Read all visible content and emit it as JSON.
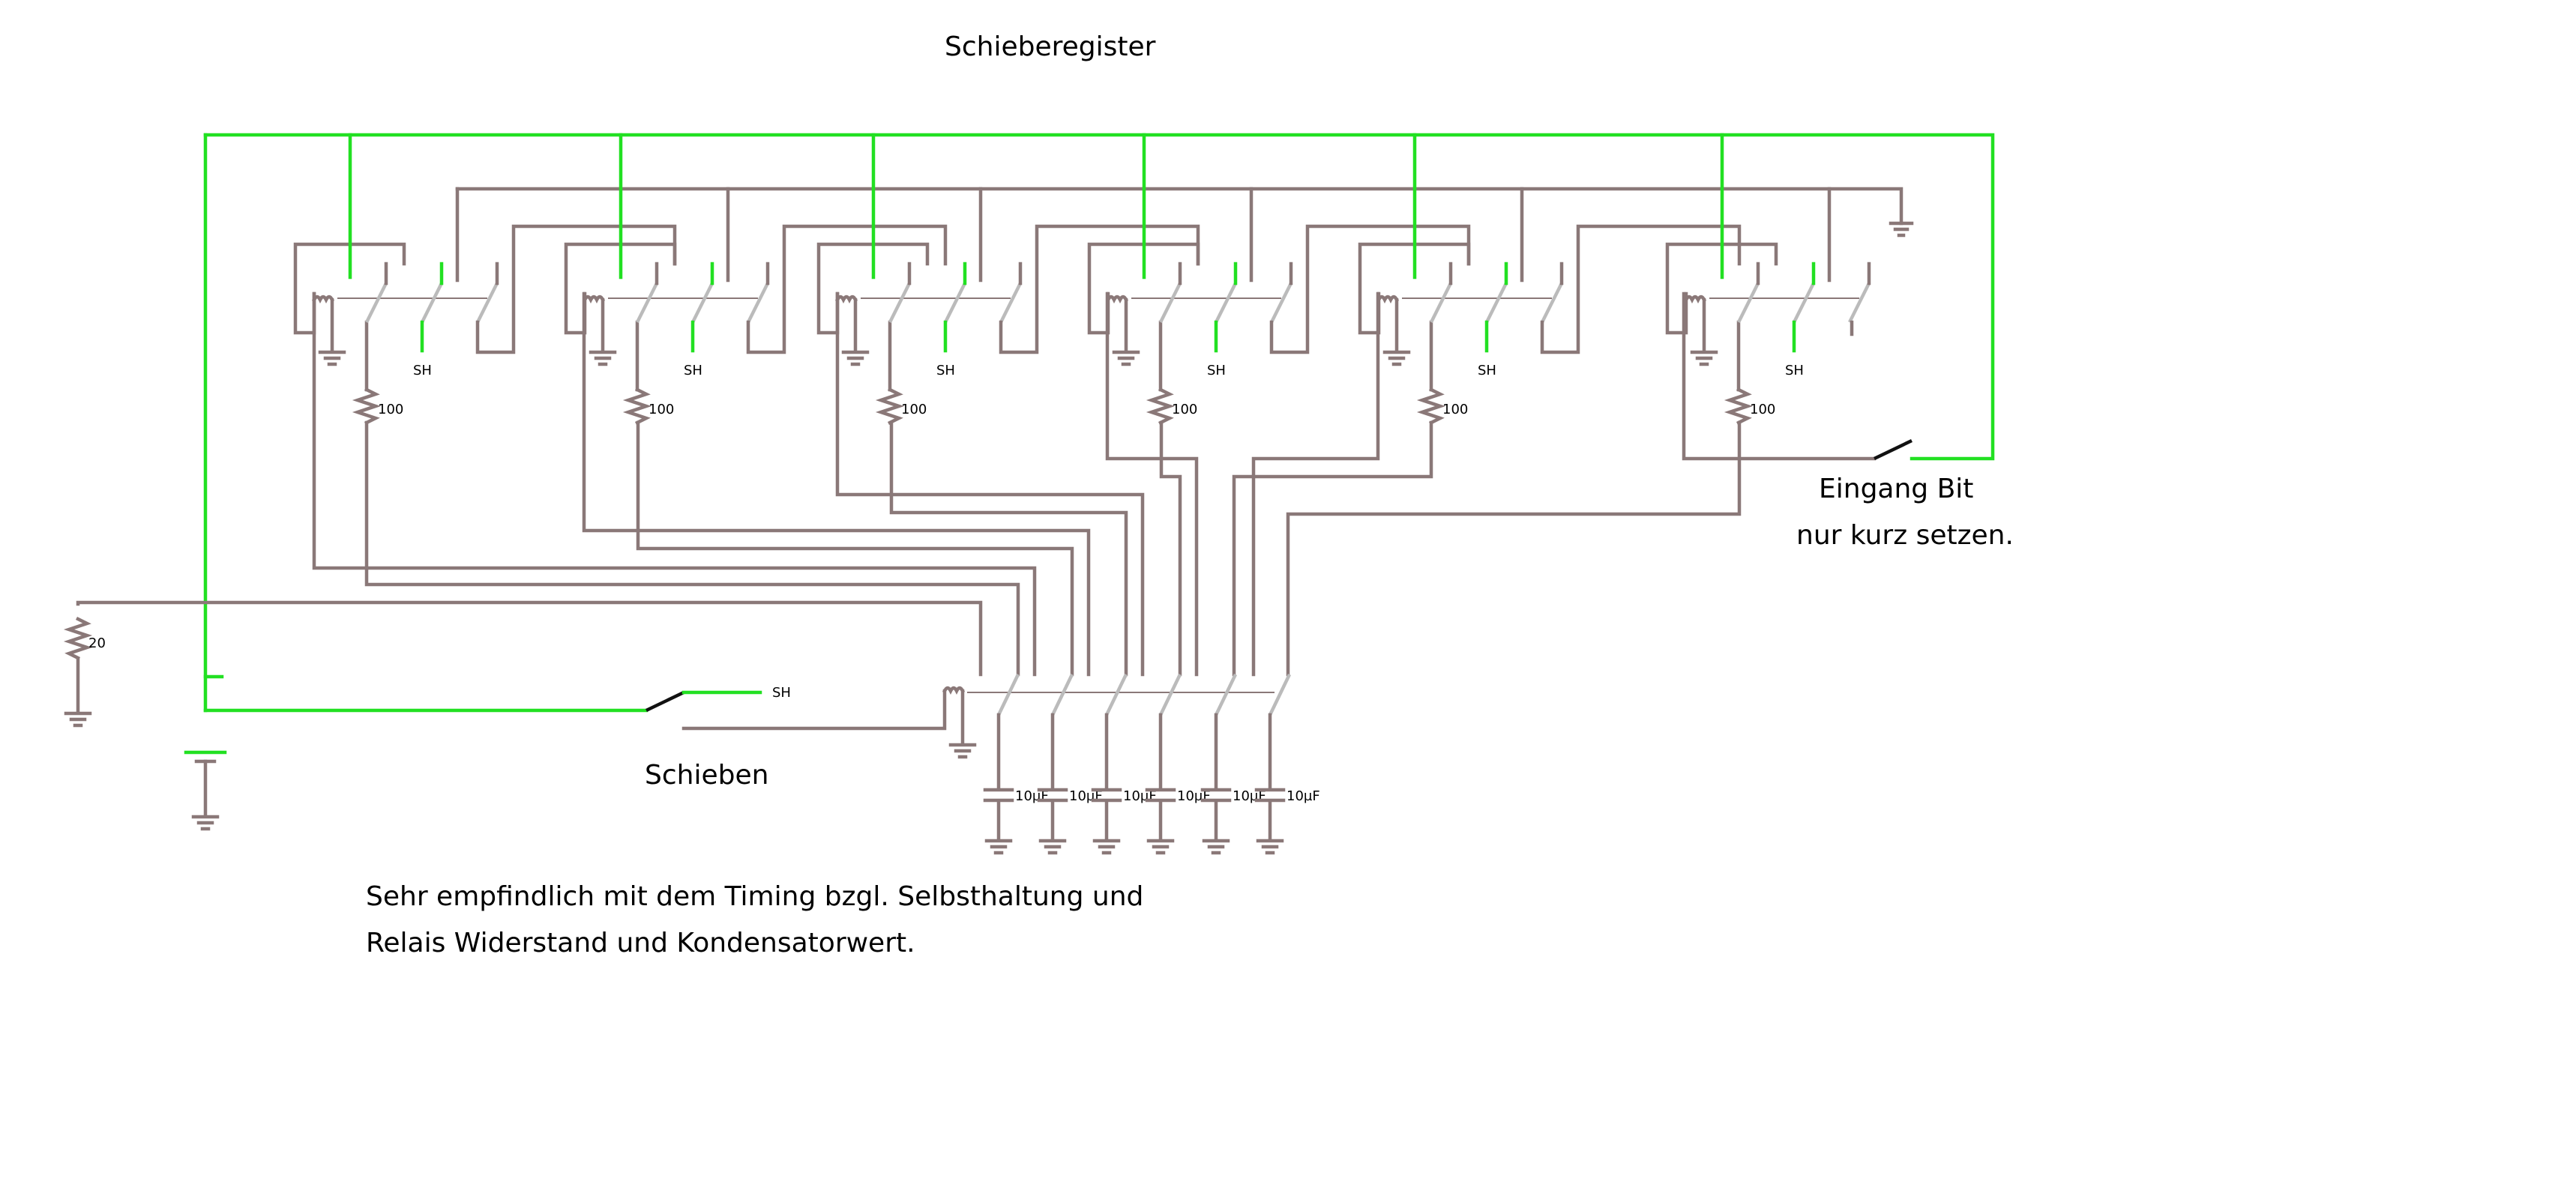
{
  "title": "Schieberegister",
  "stages": [
    {
      "sh_label": "SH",
      "resistor_label": "100"
    },
    {
      "sh_label": "SH",
      "resistor_label": "100"
    },
    {
      "sh_label": "SH",
      "resistor_label": "100"
    },
    {
      "sh_label": "SH",
      "resistor_label": "100"
    },
    {
      "sh_label": "SH",
      "resistor_label": "100"
    },
    {
      "sh_label": "SH",
      "resistor_label": "100"
    }
  ],
  "input": {
    "line1": "Eingang Bit",
    "line2": "nur kurz setzen."
  },
  "shift": {
    "label": "Schieben",
    "sh_label": "SH"
  },
  "pullup": {
    "resistor_label": "20"
  },
  "capacitors": [
    "10µF",
    "10µF",
    "10µF",
    "10µF",
    "10µF",
    "10µF"
  ],
  "note": {
    "line1": "Sehr empfindlich mit dem Timing bzgl. Selbsthaltung und",
    "line2": "Relais Widerstand und Kondensatorwert."
  },
  "colors": {
    "wire": "#8a7878",
    "live": "#22e022",
    "switch": "#bbbbbb"
  }
}
